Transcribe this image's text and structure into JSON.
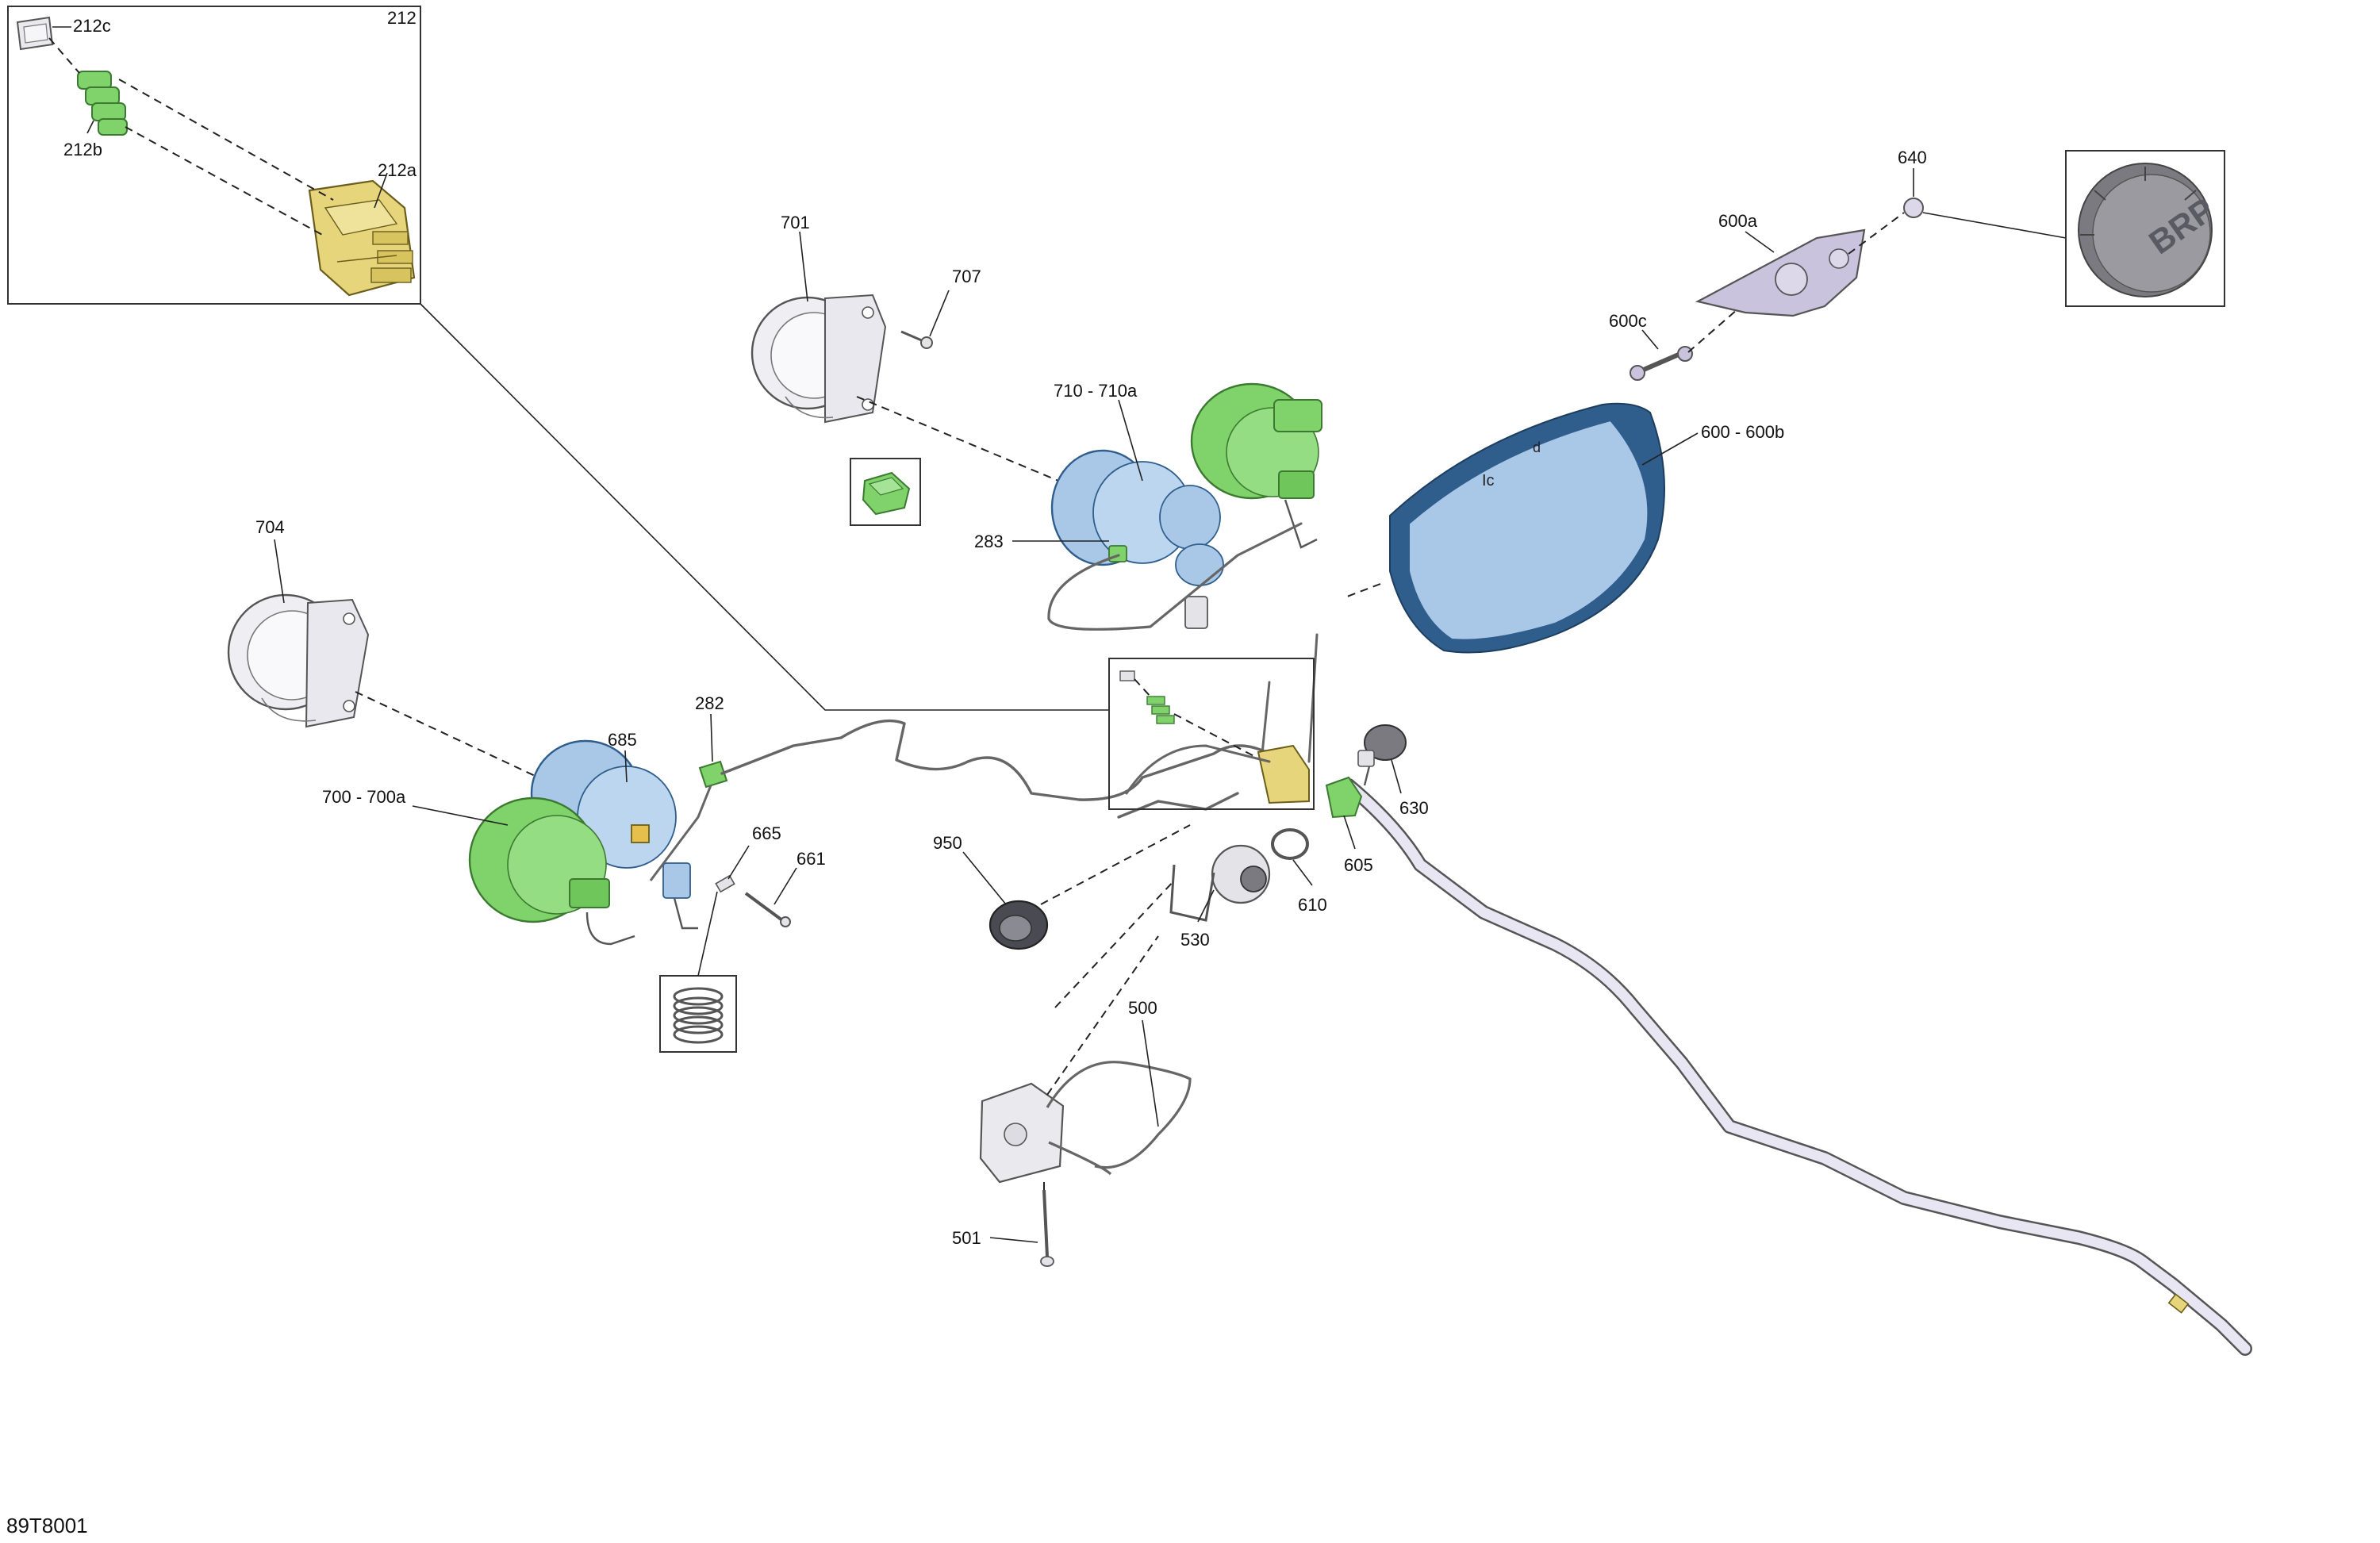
{
  "diagram": {
    "code": "89T8001",
    "colors": {
      "green": "#7fd36a",
      "blue": "#a9c8e8",
      "yellow": "#e6d57a",
      "purple": "#c9c3dd",
      "gray": "#e4e4e8",
      "outline": "#555555"
    },
    "callouts": [
      {
        "id": "212",
        "label": "212"
      },
      {
        "id": "212a",
        "label": "212a"
      },
      {
        "id": "212b",
        "label": "212b"
      },
      {
        "id": "212c",
        "label": "212c"
      },
      {
        "id": "282",
        "label": "282"
      },
      {
        "id": "283",
        "label": "283"
      },
      {
        "id": "500",
        "label": "500"
      },
      {
        "id": "501",
        "label": "501"
      },
      {
        "id": "530",
        "label": "530"
      },
      {
        "id": "600-600b",
        "label": "600 - 600b"
      },
      {
        "id": "600a",
        "label": "600a"
      },
      {
        "id": "600c",
        "label": "600c"
      },
      {
        "id": "605",
        "label": "605"
      },
      {
        "id": "610",
        "label": "610"
      },
      {
        "id": "630",
        "label": "630"
      },
      {
        "id": "640",
        "label": "640"
      },
      {
        "id": "661",
        "label": "661"
      },
      {
        "id": "665",
        "label": "665"
      },
      {
        "id": "685",
        "label": "685"
      },
      {
        "id": "700-700a",
        "label": "700 - 700a"
      },
      {
        "id": "701",
        "label": "701"
      },
      {
        "id": "704",
        "label": "704"
      },
      {
        "id": "707",
        "label": "707"
      },
      {
        "id": "710-710a",
        "label": "710 - 710a"
      },
      {
        "id": "950",
        "label": "950"
      }
    ],
    "logo_text": "BRP"
  }
}
